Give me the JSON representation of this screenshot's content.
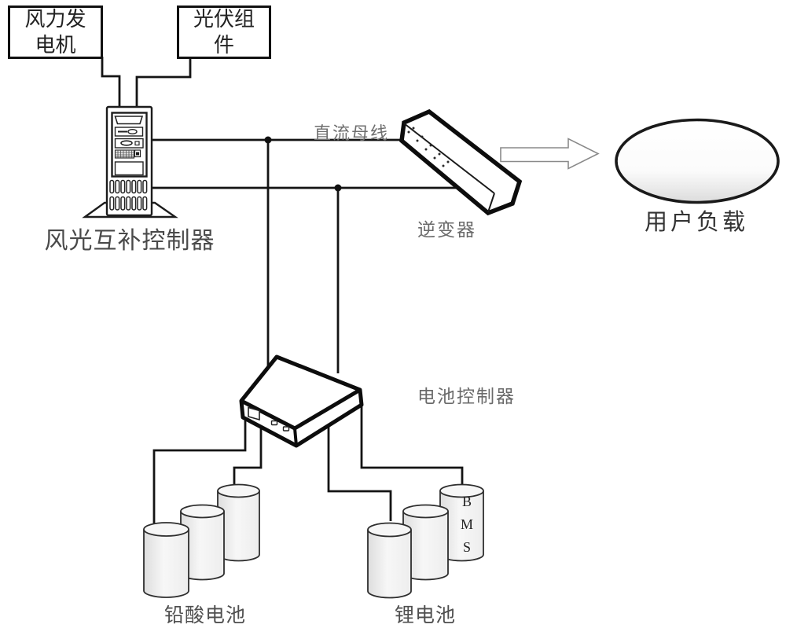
{
  "colors": {
    "wire": "#141414",
    "outline": "#111111",
    "muted_label": "#6a6a6a",
    "dark_label": "#2f2f2f",
    "cylinder_fill": "#f1f1f1"
  },
  "nodes": {
    "wind_generator": {
      "label": "风力发电机"
    },
    "pv_module": {
      "label": "光伏组件"
    },
    "hybrid_controller": {
      "label": "风光互补控制器"
    },
    "dc_bus": {
      "label": "直流母线"
    },
    "inverter": {
      "label": "逆变器"
    },
    "user_load": {
      "label": "用户负载"
    },
    "battery_controller": {
      "label": "电池控制器"
    },
    "lead_acid_battery": {
      "label": "铅酸电池"
    },
    "lithium_battery": {
      "label": "锂电池"
    },
    "bms": {
      "label": "BMS"
    }
  }
}
